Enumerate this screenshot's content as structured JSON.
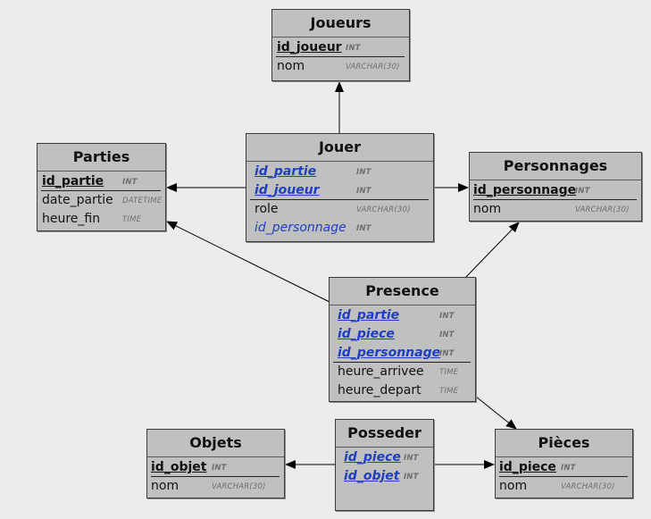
{
  "tables": {
    "joueurs": {
      "title": "Joueurs",
      "fields": [
        {
          "name": "id_joueur",
          "type": "INT",
          "pk": true,
          "fk": false
        },
        {
          "name": "nom",
          "type": "VARCHAR(30)",
          "pk": false,
          "fk": false
        }
      ]
    },
    "parties": {
      "title": "Parties",
      "fields": [
        {
          "name": "id_partie",
          "type": "INT",
          "pk": true,
          "fk": false
        },
        {
          "name": "date_partie",
          "type": "DATETIME",
          "pk": false,
          "fk": false
        },
        {
          "name": "heure_fin",
          "type": "TIME",
          "pk": false,
          "fk": false
        }
      ]
    },
    "jouer": {
      "title": "Jouer",
      "fields": [
        {
          "name": "id_partie",
          "type": "INT",
          "pk": true,
          "fk": true
        },
        {
          "name": "id_joueur",
          "type": "INT",
          "pk": true,
          "fk": true
        },
        {
          "name": "role",
          "type": "VARCHAR(30)",
          "pk": false,
          "fk": false
        },
        {
          "name": "id_personnage",
          "type": "INT",
          "pk": false,
          "fk": true
        }
      ]
    },
    "personnages": {
      "title": "Personnages",
      "fields": [
        {
          "name": "id_personnage",
          "type": "INT",
          "pk": true,
          "fk": false
        },
        {
          "name": "nom",
          "type": "VARCHAR(30)",
          "pk": false,
          "fk": false
        }
      ]
    },
    "presence": {
      "title": "Presence",
      "fields": [
        {
          "name": "id_partie",
          "type": "INT",
          "pk": true,
          "fk": true
        },
        {
          "name": "id_piece",
          "type": "INT",
          "pk": true,
          "fk": true
        },
        {
          "name": "id_personnage",
          "type": "INT",
          "pk": true,
          "fk": true
        },
        {
          "name": "heure_arrivee",
          "type": "TIME",
          "pk": false,
          "fk": false
        },
        {
          "name": "heure_depart",
          "type": "TIME",
          "pk": false,
          "fk": false
        }
      ]
    },
    "objets": {
      "title": "Objets",
      "fields": [
        {
          "name": "id_objet",
          "type": "INT",
          "pk": true,
          "fk": false
        },
        {
          "name": "nom",
          "type": "VARCHAR(30)",
          "pk": false,
          "fk": false
        }
      ]
    },
    "posseder": {
      "title": "Posseder",
      "fields": [
        {
          "name": "id_piece",
          "type": "INT",
          "pk": true,
          "fk": true
        },
        {
          "name": "id_objet",
          "type": "INT",
          "pk": true,
          "fk": true
        }
      ]
    },
    "pieces": {
      "title": "Pièces",
      "fields": [
        {
          "name": "id_piece",
          "type": "INT",
          "pk": true,
          "fk": false
        },
        {
          "name": "nom",
          "type": "VARCHAR(30)",
          "pk": false,
          "fk": false
        }
      ]
    }
  },
  "relations": [
    {
      "from": "jouer",
      "to": "joueurs"
    },
    {
      "from": "jouer",
      "to": "parties"
    },
    {
      "from": "jouer",
      "to": "personnages"
    },
    {
      "from": "presence",
      "to": "parties"
    },
    {
      "from": "presence",
      "to": "personnages"
    },
    {
      "from": "presence",
      "to": "pieces"
    },
    {
      "from": "posseder",
      "to": "objets"
    },
    {
      "from": "posseder",
      "to": "pieces"
    }
  ],
  "colors": {
    "background": "#ececec",
    "table_fill": "#c0c0c0",
    "foreign_key_text": "#1f3fbf",
    "line": "#000000"
  }
}
